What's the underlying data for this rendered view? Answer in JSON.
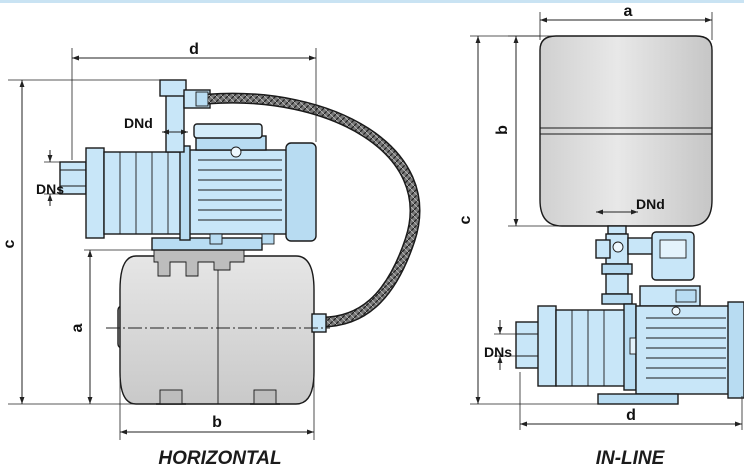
{
  "colors": {
    "pump": "#c8e6f8",
    "tank": "#d6d6d6",
    "top_band": "#c9e3f3",
    "line": "#1a1a1a",
    "caption": "#1b1b1b"
  },
  "horizontal": {
    "caption": "HORIZONTAL",
    "dim_a": "a",
    "dim_b": "b",
    "dim_c": "c",
    "dim_d": "d",
    "dn_discharge": "DNd",
    "dn_suction": "DNs"
  },
  "inline": {
    "caption": "IN-LINE",
    "dim_a": "a",
    "dim_b": "b",
    "dim_c": "c",
    "dim_d": "d",
    "dn_discharge": "DNd",
    "dn_suction": "DNs"
  }
}
